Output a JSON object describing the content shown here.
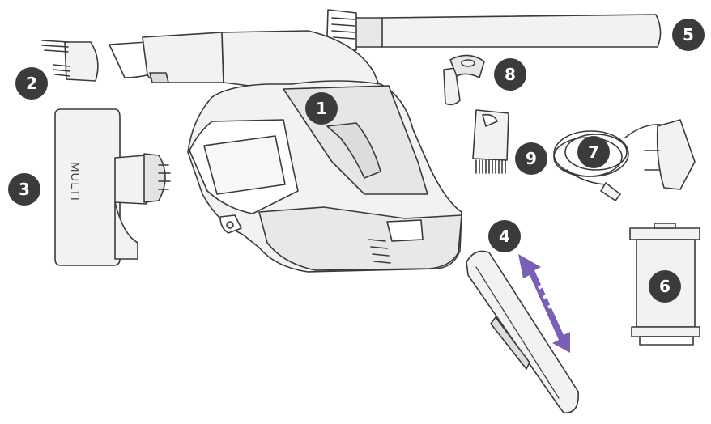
{
  "title": "",
  "colors": {
    "line": "#3a3a3a",
    "fill": "#f2f2f3",
    "shade": "#dcdcdf",
    "badge": "#3b3b3b",
    "arrow": "#7b5fb4"
  },
  "parts": [
    {
      "id": "1",
      "label": "1",
      "name": "handheld-unit"
    },
    {
      "id": "2",
      "label": "2",
      "name": "dusting-brush"
    },
    {
      "id": "3",
      "label": "3",
      "name": "multi-tool"
    },
    {
      "id": "4",
      "label": "4",
      "name": "crevice-tool"
    },
    {
      "id": "5",
      "label": "5",
      "name": "extension-wand"
    },
    {
      "id": "6",
      "label": "6",
      "name": "filter"
    },
    {
      "id": "7",
      "label": "7",
      "name": "charger"
    },
    {
      "id": "8",
      "label": "8",
      "name": "spare-part"
    },
    {
      "id": "9",
      "label": "9",
      "name": "cleaning-comb"
    }
  ],
  "multi_tool_text": "MULTI"
}
